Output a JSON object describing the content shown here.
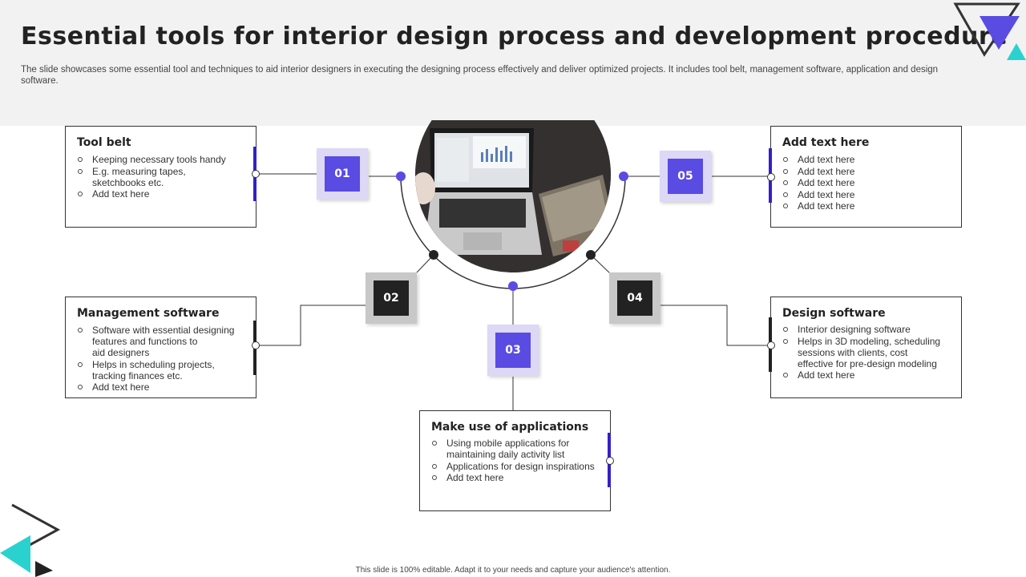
{
  "header": {
    "title": "Essential tools for interior design process and development procedure",
    "subtitle": "The slide showcases some essential tool and techniques to aid interior designers in executing the designing process effectively and deliver optimized projects. It includes tool belt, management software, application and design software."
  },
  "colors": {
    "purple": "#5a4be3",
    "purple_light": "#dcd8f6",
    "dark": "#222222",
    "grey": "#c8c8c8",
    "accent_bar_purple": "#3320c8",
    "teal": "#2ad2cf"
  },
  "steps": [
    {
      "num": "01",
      "title": "Tool belt",
      "items": [
        "Keeping necessary tools handy",
        "E.g. measuring tapes,\nsketchbooks etc.",
        "Add text here"
      ]
    },
    {
      "num": "02",
      "title": "Management software",
      "items": [
        "Software with essential designing\nfeatures and functions to\naid designers",
        "Helps in scheduling projects,\ntracking finances etc.",
        "Add text here"
      ]
    },
    {
      "num": "03",
      "title": "Make use of  applications",
      "items": [
        "Using mobile applications for\nmaintaining daily activity  list",
        "Applications for design inspirations",
        "Add text here"
      ]
    },
    {
      "num": "04",
      "title": "Design software",
      "items": [
        "Interior designing software",
        "Helps in 3D modeling, scheduling\nsessions with clients, cost\neffective for pre-design modeling",
        "Add text here"
      ]
    },
    {
      "num": "05",
      "title": "Add text here",
      "items": [
        "Add text here",
        "Add text here",
        "Add text here",
        "Add text here",
        "Add text here"
      ]
    }
  ],
  "footer": "This slide is 100% editable.  Adapt it to your needs and capture your audience's attention."
}
